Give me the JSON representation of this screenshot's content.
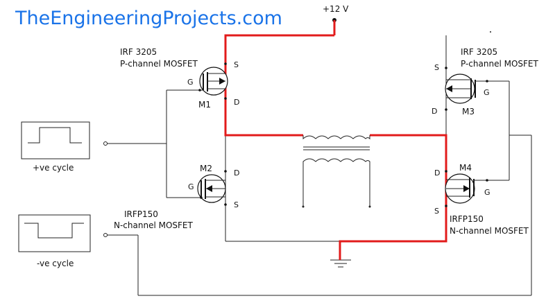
{
  "brand": "TheEngineeringProjects.com",
  "supply_label": "+12 V",
  "mosfets": {
    "m1": {
      "part": "IRF 3205",
      "type": "P-channel MOSFET",
      "name": "M1",
      "g": "G",
      "s": "S",
      "d": "D"
    },
    "m3": {
      "part": "IRF 3205",
      "type": "P-channel MOSFET",
      "name": "M3",
      "g": "G",
      "s": "S",
      "d": "D"
    },
    "m2": {
      "part": "IRFP150",
      "type": "N-channel MOSFET",
      "name": "M2",
      "g": "G",
      "s": "S",
      "d": "D"
    },
    "m4": {
      "part": "IRFP150",
      "type": "N-channel MOSFET",
      "name": "M4",
      "g": "G",
      "s": "S",
      "d": "D"
    }
  },
  "signals": {
    "positive_label": "+ve cycle",
    "negative_label": "-ve cycle"
  },
  "colors": {
    "brand": "#1a73e8",
    "active_path": "#e21b1b",
    "wire": "#222222"
  }
}
